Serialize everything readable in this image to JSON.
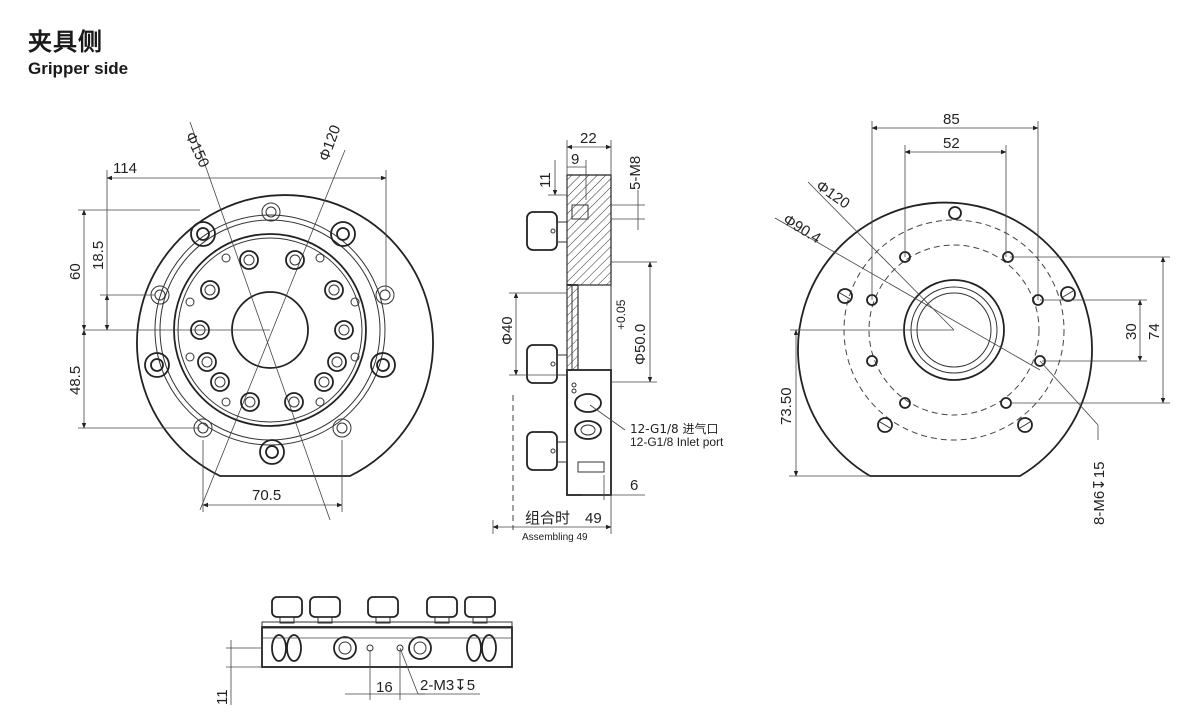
{
  "header": {
    "title": "夹具侧",
    "subtitle": "Gripper side"
  },
  "front_view": {
    "dim_outer_dia": "Φ150",
    "dim_bolt_circle_dia": "Φ120",
    "dim_width_114": "114",
    "dim_height_60": "60",
    "dim_offset_18_5": "18.5",
    "dim_offset_48_5": "48.5",
    "dim_bottom_70_5": "70.5"
  },
  "side_view": {
    "dim_thickness_22": "22",
    "dim_9": "9",
    "dim_11": "11",
    "dim_thread_5_m8": "5-M8",
    "dim_bore_40": "Φ40",
    "dim_tolerance": "+0.05",
    "dim_bore_50": "Φ50.0",
    "port_label_zh": "12-G1/8 进气口",
    "port_label_en": "12-G1/8 Inlet port",
    "dim_6": "6",
    "assembling_zh": "组合时",
    "assembling_value": "49",
    "assembling_en": "Assembling 49"
  },
  "back_view": {
    "dim_85": "85",
    "dim_52": "52",
    "dim_dia_120": "Φ120",
    "dim_dia_90_4": "Φ90.4",
    "dim_30": "30",
    "dim_74": "74",
    "dim_73_50": "73.50",
    "dim_thread_8_m6": "8-M6↧15"
  },
  "bottom_view": {
    "dim_11": "11",
    "dim_16": "16",
    "dim_thread_2_m3": "2-M3↧5"
  }
}
